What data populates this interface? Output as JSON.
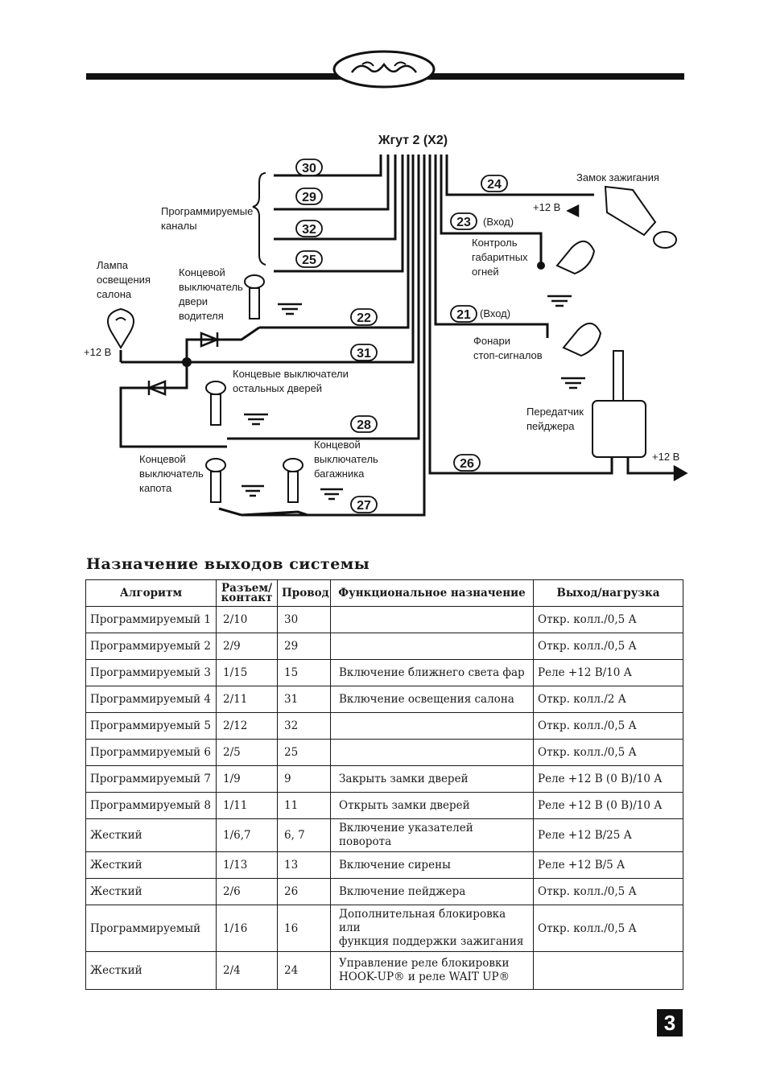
{
  "diagram": {
    "harness_title": "Жгут 2 (X2)",
    "wire_numbers": {
      "w30": "30",
      "w29": "29",
      "w32": "32",
      "w25": "25",
      "w22": "22",
      "w31": "31",
      "w28": "28",
      "w27": "27",
      "w24": "24",
      "w23": "23",
      "w21": "21",
      "w26": "26"
    },
    "labels": {
      "programmable_1": "Программируемые",
      "programmable_2": "каналы",
      "lamp_1": "Лампа",
      "lamp_2": "освещения",
      "lamp_3": "салона",
      "plus12_lamp": "+12 В",
      "driver_door_1": "Концевой",
      "driver_door_2": "выключатель",
      "driver_door_3": "двери",
      "driver_door_4": "водителя",
      "other_doors_1": "Концевые выключатели",
      "other_doors_2": "остальных дверей",
      "hood_1": "Концевой",
      "hood_2": "выключатель",
      "hood_3": "капота",
      "trunk_1": "Концевой",
      "trunk_2": "выключатель",
      "trunk_3": "багажника",
      "ignition": "Замок зажигания",
      "plus12_ignition": "+12 В",
      "input_23": "(Вход)",
      "input_21": "(Вход)",
      "parking_1": "Контроль",
      "parking_2": "габаритных",
      "parking_3": "огней",
      "brake_1": "Фонари",
      "brake_2": "стоп-сигналов",
      "pager_1": "Передатчик",
      "pager_2": "пейджера",
      "plus12_pager": "+12 В"
    }
  },
  "section_title": "Назначение выходов системы",
  "table": {
    "headers": {
      "algorithm": "Алгоритм",
      "connector_1": "Разъем/",
      "connector_2": "контакт",
      "wire": "Провод",
      "function": "Функциональное назначение",
      "output": "Выход/нагрузка"
    },
    "rows": [
      {
        "algorithm": "Программируемый 1",
        "connector": "2/10",
        "wire": "30",
        "function": "",
        "function_2": "",
        "output": "Откр. колл./0,5 А"
      },
      {
        "algorithm": "Программируемый 2",
        "connector": "2/9",
        "wire": "29",
        "function": "",
        "function_2": "",
        "output": "Откр. колл./0,5 А"
      },
      {
        "algorithm": "Программируемый 3",
        "connector": "1/15",
        "wire": "15",
        "function": "Включение ближнего света фар",
        "function_2": "",
        "output": "Реле +12 В/10 А"
      },
      {
        "algorithm": "Программируемый 4",
        "connector": "2/11",
        "wire": "31",
        "function": "Включение освещения салона",
        "function_2": "",
        "output": "Откр. колл./2 А"
      },
      {
        "algorithm": "Программируемый 5",
        "connector": "2/12",
        "wire": "32",
        "function": "",
        "function_2": "",
        "output": "Откр. колл./0,5 А"
      },
      {
        "algorithm": "Программируемый 6",
        "connector": "2/5",
        "wire": "25",
        "function": "",
        "function_2": "",
        "output": "Откр. колл./0,5 А"
      },
      {
        "algorithm": "Программируемый 7",
        "connector": "1/9",
        "wire": "9",
        "function": "Закрыть замки дверей",
        "function_2": "",
        "output": "Реле +12 В (0 В)/10 А"
      },
      {
        "algorithm": "Программируемый 8",
        "connector": "1/11",
        "wire": "11",
        "function": "Открыть замки дверей",
        "function_2": "",
        "output": "Реле +12 В (0 В)/10 А"
      },
      {
        "algorithm": "Жесткий",
        "connector": "1/6,7",
        "wire": "6, 7",
        "function": "Включение указателей поворота",
        "function_2": "",
        "output": "Реле +12 В/25 А"
      },
      {
        "algorithm": "Жесткий",
        "connector": "1/13",
        "wire": "13",
        "function": "Включение сирены",
        "function_2": "",
        "output": "Реле +12 В/5 А"
      },
      {
        "algorithm": "Жесткий",
        "connector": "2/6",
        "wire": "26",
        "function": "Включение пейджера",
        "function_2": "",
        "output": "Откр. колл./0,5 А"
      },
      {
        "algorithm": "Программируемый",
        "connector": "1/16",
        "wire": "16",
        "function": "Дополнительная блокировка или",
        "function_2": "функция поддержки зажигания",
        "output": "Откр. колл./0,5 А"
      },
      {
        "algorithm": "Жесткий",
        "connector": "2/4",
        "wire": "24",
        "function": "Управление реле блокировки",
        "function_2": "HOOK-UP® и реле WAIT UP®",
        "output": ""
      }
    ]
  },
  "page_number": "3",
  "colors": {
    "ink": "#1a1a1a",
    "paper": "#ffffff"
  }
}
